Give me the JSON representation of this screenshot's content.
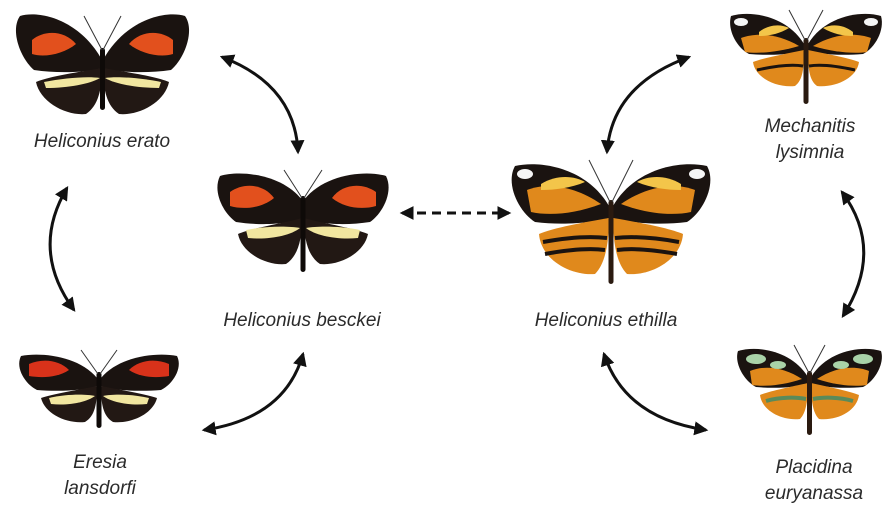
{
  "species": [
    {
      "id": "erato",
      "lines": [
        "Heliconius erato"
      ],
      "pattern": "red-band-yellow-bar"
    },
    {
      "id": "besckei",
      "lines": [
        "Heliconius besckei"
      ],
      "pattern": "red-band-yellow-bar"
    },
    {
      "id": "eresia",
      "lines": [
        "Eresia",
        "lansdorfi"
      ],
      "pattern": "red-band-yellow-bar"
    },
    {
      "id": "ethilla",
      "lines": [
        "Heliconius ethilla"
      ],
      "pattern": "tiger-orange"
    },
    {
      "id": "mechanitis",
      "lines": [
        "Mechanitis",
        "lysimnia"
      ],
      "pattern": "tiger-orange"
    },
    {
      "id": "placidina",
      "lines": [
        "Placidina",
        "euryanassa"
      ],
      "pattern": "tiger-orange-green"
    }
  ],
  "connections": [
    {
      "from": "erato",
      "to": "besckei",
      "style": "solid"
    },
    {
      "from": "erato",
      "to": "eresia",
      "style": "solid"
    },
    {
      "from": "besckei",
      "to": "eresia",
      "style": "solid"
    },
    {
      "from": "besckei",
      "to": "ethilla",
      "style": "dashed"
    },
    {
      "from": "ethilla",
      "to": "mechanitis",
      "style": "solid"
    },
    {
      "from": "mechanitis",
      "to": "placidina",
      "style": "solid"
    },
    {
      "from": "ethilla",
      "to": "placidina",
      "style": "solid"
    }
  ],
  "colors": {
    "wing_black": "#1a1310",
    "red_band": "#e2501d",
    "yellow_bar": "#f1e6a0",
    "tiger_orange": "#e0891c",
    "tiger_yellow": "#f3c54a",
    "pale_green": "#a9d3a8",
    "arrow": "#111111",
    "label_text": "#2b2b2b"
  }
}
